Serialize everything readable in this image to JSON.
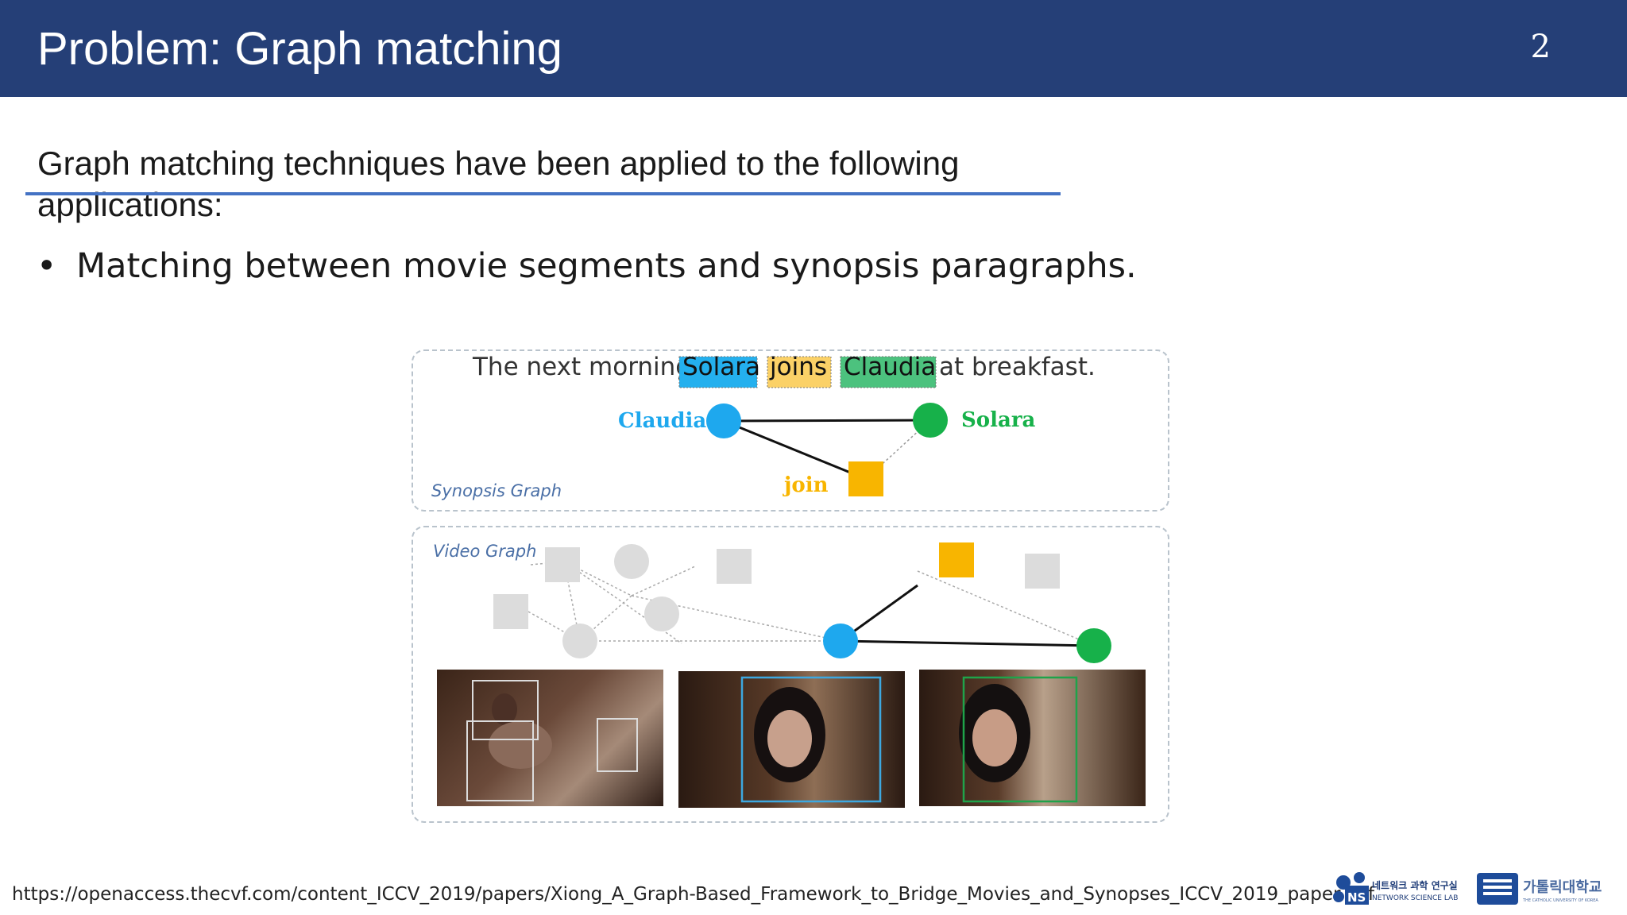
{
  "slide": {
    "title": "Problem: Graph matching",
    "page_number": "2",
    "intro": "Graph matching techniques have been applied to the following applications:",
    "bullets": [
      "Matching between movie segments and synopsis paragraphs."
    ]
  },
  "figure": {
    "sentence": {
      "prefix": "The next morning",
      "word1": "Solara",
      "word2": "joins",
      "word3": "Claudia",
      "suffix": "at breakfast."
    },
    "synopsis_graph": {
      "label": "Synopsis Graph",
      "nodes": {
        "claudia": "Claudia",
        "solara": "Solara",
        "join": "join"
      }
    },
    "video_graph": {
      "label": "Video Graph"
    }
  },
  "footer": {
    "url": "https://openaccess.thecvf.com/content_ICCV_2019/papers/Xiong_A_Graph-Based_Framework_to_Bridge_Movies_and_Synopses_ICCV_2019_paper.pdf",
    "logo_ns_korean": "네트워크 과학 연구실",
    "logo_ns_english": "NETWORK SCIENCE LAB",
    "logo_ns_mark": "NS",
    "logo_cuk_korean": "가톨릭대학교",
    "logo_cuk_english": "THE CATHOLIC UNIVERSITY OF KOREA"
  },
  "colors": {
    "header": "#253f77",
    "underline": "#4472c4",
    "solara_green": "#17b14a",
    "claudia_blue": "#1ea8ee",
    "join_orange": "#f8b500",
    "inactive_gray": "#dcdcdc"
  }
}
